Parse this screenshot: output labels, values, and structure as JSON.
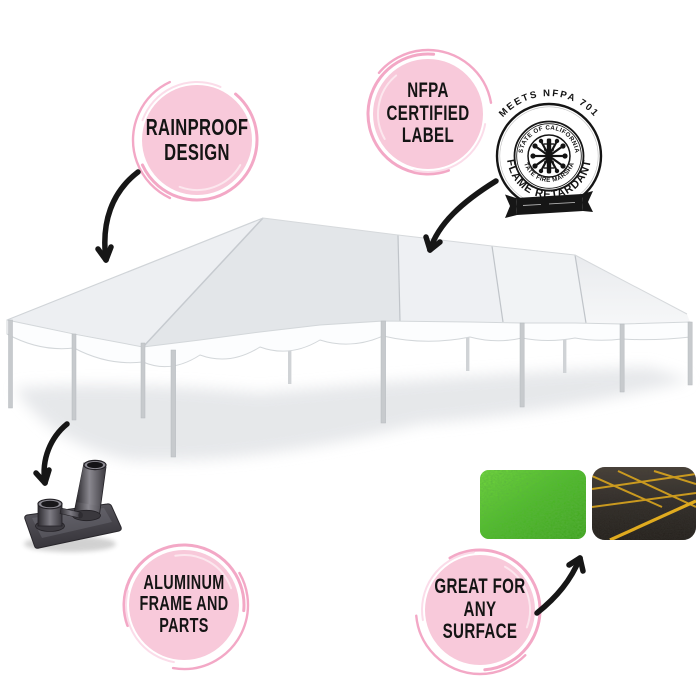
{
  "badges": {
    "rainproof": {
      "lines": [
        "RAINPROOF",
        "DESIGN"
      ]
    },
    "nfpa": {
      "lines": [
        "NFPA",
        "CERTIFIED",
        "LABEL"
      ]
    },
    "aluminum": {
      "lines": [
        "ALUMINUM",
        "FRAME AND",
        "PARTS"
      ]
    },
    "surface": {
      "lines": [
        "GREAT FOR",
        "ANY",
        "SURFACE"
      ]
    }
  },
  "seal": {
    "top_text": "MEETS NFPA 701",
    "ring_text": "FLAME RETARDANT",
    "inner_top_text": "STATE OF CALIFORNIA",
    "inner_bottom_text": "STATE FIRE MARSHAL"
  },
  "images": {
    "tent": "white-frame-event-tent",
    "base_part": "aluminum-base-plate-with-pole-sockets",
    "grass": "grass-surface-swatch",
    "asphalt": "asphalt-parking-lot-swatch"
  },
  "colors": {
    "badge_pink": "#f8c9da",
    "badge_brush": "#f3a8c6",
    "badge_brush_light": "#fbdce9",
    "text_black": "#141414",
    "arrow_black": "#161616",
    "tent_light_gray": "#eef0f2",
    "tent_dark_gray": "#e3e6e9",
    "grass_green": "#4cbb22",
    "asphalt_dark": "#332e29",
    "line_yellow": "#d2a01f",
    "metal_gray": "#4c4a50",
    "background": "#ffffff"
  }
}
